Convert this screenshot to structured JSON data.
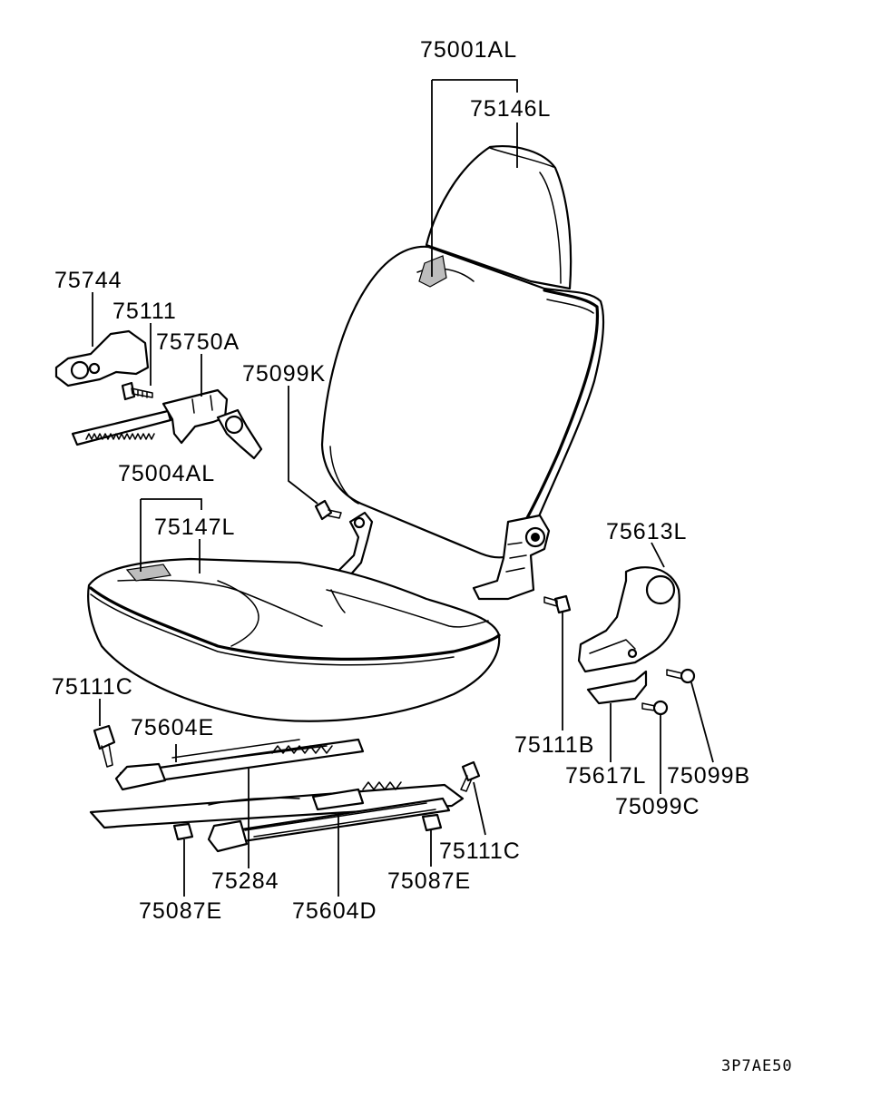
{
  "diagram": {
    "labels": [
      {
        "id": "seatback_assy",
        "text": "75001AL"
      },
      {
        "id": "seatback_cover",
        "text": "75146L"
      },
      {
        "id": "lever_handle",
        "text": "75744"
      },
      {
        "id": "bolt_top",
        "text": "75111"
      },
      {
        "id": "recliner",
        "text": "75750A"
      },
      {
        "id": "bolt_k",
        "text": "75099K"
      },
      {
        "id": "cushion_assy",
        "text": "75004AL"
      },
      {
        "id": "cushion_cover",
        "text": "75147L"
      },
      {
        "id": "recliner_cover",
        "text": "75613L"
      },
      {
        "id": "bolt_c_left",
        "text": "75111C"
      },
      {
        "id": "rail_e",
        "text": "75604E"
      },
      {
        "id": "bolt_b",
        "text": "75111B"
      },
      {
        "id": "cover_small",
        "text": "75617L"
      },
      {
        "id": "screw_b",
        "text": "75099B"
      },
      {
        "id": "screw_c",
        "text": "75099C"
      },
      {
        "id": "bolt_c_right",
        "text": "75111C"
      },
      {
        "id": "spring",
        "text": "75284"
      },
      {
        "id": "nut_right",
        "text": "75087E"
      },
      {
        "id": "nut_left",
        "text": "75087E"
      },
      {
        "id": "rail_d",
        "text": "75604D"
      }
    ],
    "figure_code": "3P7AE50"
  }
}
